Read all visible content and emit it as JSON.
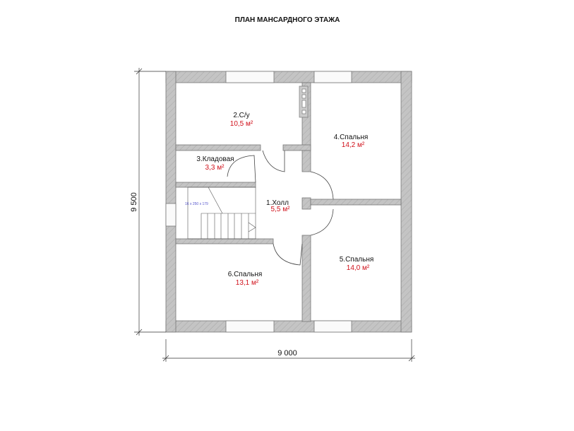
{
  "title": "ПЛАН МАНСАРДНОГО ЭТАЖА",
  "dimensions": {
    "height": "9 500",
    "width": "9 000"
  },
  "stair_label": "16 x 250 x 179",
  "rooms": [
    {
      "name": "1.Холл",
      "area": "5,5 м²"
    },
    {
      "name": "2.С/у",
      "area": "10,5 м²"
    },
    {
      "name": "3.Кладовая",
      "area": "3,3 м²"
    },
    {
      "name": "4.Спальня",
      "area": "14,2 м²"
    },
    {
      "name": "5.Спальня",
      "area": "14,0 м²"
    },
    {
      "name": "6.Спальня",
      "area": "13,1 м²"
    }
  ],
  "colors": {
    "wall": "#bdbdbd",
    "area_text": "#d0101a",
    "stair_text": "#5555cc"
  }
}
